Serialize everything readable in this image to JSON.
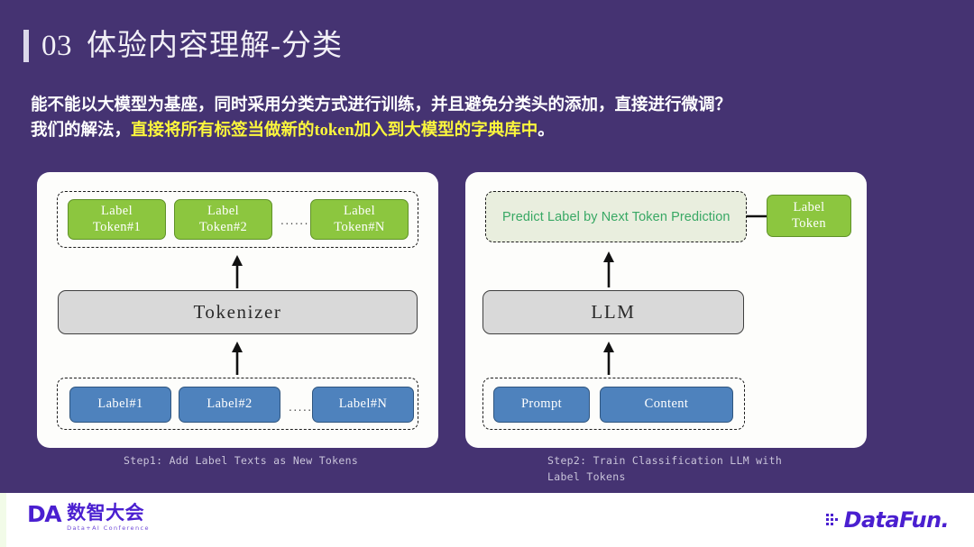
{
  "slide": {
    "background_color": "#453372",
    "accent_yellow": "#fbf63c",
    "green": "#8cc63f",
    "blue": "#4e82bd",
    "grey_block": "#d9d9d9",
    "predict_bg": "#e9eede",
    "predict_text_color": "#38a864",
    "logo_purple": "#4a1fd0"
  },
  "header": {
    "number": "03",
    "title": "体验内容理解-分类"
  },
  "lead": {
    "line1": "能不能以大模型为基座，同时采用分类方式进行训练，并且避免分类头的添加，直接进行微调？",
    "line2_prefix": "我们的解法，",
    "line2_highlight": "直接将所有标签当做新的token加入到大模型的字典库中",
    "line2_suffix": "。"
  },
  "left_panel": {
    "caption": "Step1: Add Label Texts as New Tokens",
    "top_group": {
      "chips": [
        {
          "line1": "Label",
          "line2": "Token#1"
        },
        {
          "line1": "Label",
          "line2": "Token#2"
        },
        {
          "line1": "Label",
          "line2": "Token#N"
        }
      ],
      "ellipsis": "......"
    },
    "middle_block": "Tokenizer",
    "bottom_group": {
      "chips": [
        {
          "line1": "Label#1"
        },
        {
          "line1": "Label#2"
        },
        {
          "line1": "Label#N"
        }
      ],
      "ellipsis": "......"
    }
  },
  "right_panel": {
    "caption": "Step2: Train Classification LLM with Label Tokens",
    "predict_box": "Predict Label by Next Token Prediction",
    "output_chip": {
      "line1": "Label",
      "line2": "Token"
    },
    "middle_block": "LLM",
    "bottom_group": {
      "chips": [
        {
          "line1": "Prompt"
        },
        {
          "line1": "Content"
        }
      ]
    }
  },
  "footer": {
    "left_logo": {
      "mark": "DA",
      "name": "数智大会",
      "subtitle": "Data+AI Conference"
    },
    "right_logo": {
      "name": "DataFun."
    }
  }
}
